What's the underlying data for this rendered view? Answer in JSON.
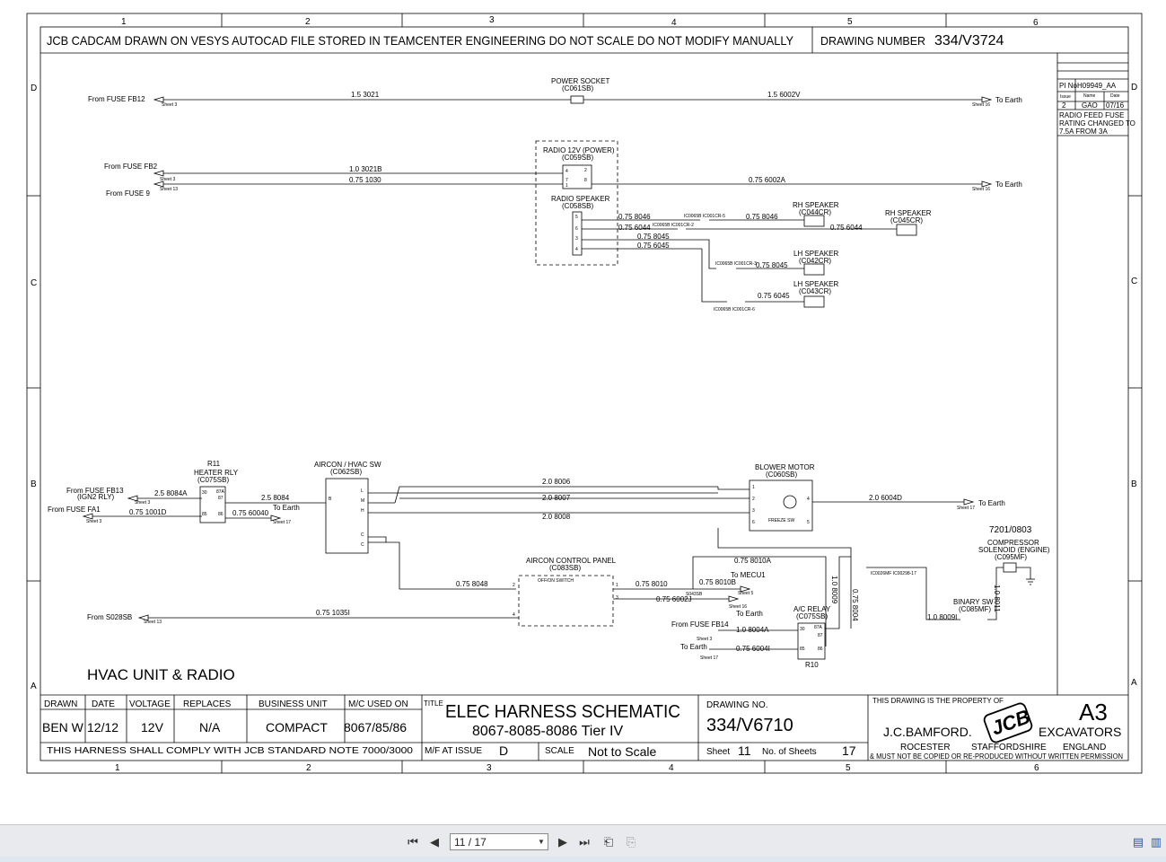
{
  "grid": {
    "columns": [
      "1",
      "2",
      "3",
      "4",
      "5",
      "6"
    ],
    "rows": [
      "D",
      "C",
      "B",
      "A"
    ]
  },
  "header": {
    "note": "JCB CADCAM DRAWN ON VESYS  AUTOCAD FILE STORED IN TEAMCENTER ENGINEERING DO NOT SCALE  DO NOT MODIFY MANUALLY",
    "drawing_number_label": "DRAWING NUMBER",
    "drawing_number": "334/V3724"
  },
  "revision": {
    "pi_label": "PI No",
    "pi_value": "H09949_AA",
    "issue_label": "Issue",
    "name_label": "Name",
    "date_label": "Date",
    "issue": "2",
    "name": "GAO",
    "date": "07/16",
    "note_lines": [
      "RADIO FEED FUSE",
      "RATING CHANGED TO",
      "7.5A FROM 3A"
    ]
  },
  "schematic": {
    "power_socket": {
      "title": "POWER SOCKET",
      "code": "(C061SB)",
      "from": "From FUSE FB12",
      "sheet_in": "Sheet 3",
      "wire_in": "1.5 3021",
      "wire_out": "1.5 6002V",
      "to": "To Earth",
      "sheet_out": "Sheet 16"
    },
    "radio_power": {
      "title": "RADIO 12V (POWER)",
      "code": "(C059SB)",
      "from1": "From FUSE FB2",
      "sheet1": "Sheet 3",
      "from2": "From FUSE 9",
      "sheet2": "Sheet 13",
      "wire1": "1.0 3021B",
      "wire2": "0.75 1030",
      "wire_out": "0.75 6002A",
      "to": "To Earth",
      "sheet_out": "Sheet 16",
      "pins": [
        "4",
        "7",
        "1",
        "8",
        "2"
      ]
    },
    "radio_speaker": {
      "title": "RADIO SPEAKER",
      "code": "(C058SB)",
      "pins": [
        "5",
        "6",
        "3",
        "4"
      ],
      "wires": [
        "0.75 8046",
        "0.75 6044",
        "0.75 8045",
        "0.75 6045"
      ],
      "splices": [
        "IC0065B IC001CR-5",
        "IC0065B IC001CR-2",
        "IC0065B IC001CR-3",
        "IC0065B IC001CR-6"
      ],
      "speakers": [
        {
          "title": "RH SPEAKER",
          "code": "(C044CR)",
          "wire": "0.75 8046"
        },
        {
          "title": "RH SPEAKER",
          "code": "(C045CR)",
          "wire": "0.75 6044"
        },
        {
          "title": "LH SPEAKER",
          "code": "(C042CR)",
          "wire": "0.75 8045"
        },
        {
          "title": "LH SPEAKER",
          "code": "(C043CR)",
          "wire": "0.75 6045"
        }
      ]
    },
    "heater_relay": {
      "title1": "R11",
      "title2": "HEATER RLY",
      "code": "(C075SB)",
      "from1": "From FUSE FB13",
      "from1b": "(IGN2 RLY)",
      "sheet1": "Sheet 3",
      "from2": "From FUSE FA1",
      "sheet2": "Sheet 3",
      "wire_in1": "2.5 8084A",
      "wire_in2": "0.75 1001D",
      "wire_out1": "2.5 8084",
      "wire_out2": "0.75 60040",
      "to": "To Earth",
      "sheet_out": "Sheet 17",
      "pins": [
        "30",
        "87",
        "87A",
        "85",
        "86"
      ]
    },
    "hvac_switch": {
      "title": "AIRCON / HVAC SW",
      "code": "(C062SB)",
      "pins": [
        "B",
        "L",
        "M",
        "H",
        "C",
        "C"
      ]
    },
    "blower": {
      "title": "BLOWER MOTOR",
      "code": "(C060SB)",
      "wires_in": [
        "2.0 8006",
        "2.0 8007",
        "2.0 8008"
      ],
      "wire_out": "2.0 6004D",
      "to": "To Earth",
      "sheet_out": "Sheet 17",
      "freeze": "FREEZE SW",
      "pins": [
        "1",
        "2",
        "3",
        "4",
        "6",
        "5"
      ]
    },
    "aircon_panel": {
      "title": "AIRCON CONTROL PANEL",
      "code": "(C083SB)",
      "wire_in": "0.75 8048",
      "wire_s028": "0.75 1035I",
      "from": "From S028SB",
      "sheet_in": "Sheet 13",
      "wire_out1": "0.75 8010",
      "wire_out2": "0.75 6002J",
      "wire_mecu": "0.75 8010B",
      "to_mecu": "To MECU1",
      "sheet_mecu": "Sheet 5",
      "to_earth": "To Earth",
      "sheet_earth": "Sheet 16",
      "splice": "S043SB",
      "switch_label": "OFF/ON SWITCH",
      "pins": [
        "2",
        "1",
        "3",
        "4"
      ]
    },
    "ac_relay": {
      "title": "A/C RELAY",
      "code": "(C075SB)",
      "name": "R10",
      "from": "From FUSE FB14",
      "sheet_in": "Sheet 3",
      "wire_in": "1.0 8004A",
      "wire_earth": "0.75 6004I",
      "to": "To Earth",
      "sheet_out": "Sheet 17",
      "wire_8010a": "0.75 8010A",
      "wire_8009": "1.0 8009",
      "wire_8004": "0.75 8004",
      "pins": [
        "30",
        "87A",
        "87",
        "85",
        "86"
      ]
    },
    "compressor": {
      "ref": "7201/0803",
      "title1": "COMPRESSOR",
      "title2": "SOLENOID (ENGINE)",
      "code": "(C095MF)",
      "splice": "IC0026MF IC00298-17",
      "wire": "1.0 8011"
    },
    "binary_sw": {
      "title": "BINARY SW",
      "code": "(C085MF)",
      "wire": "1.0 8009I"
    },
    "section_title": "HVAC UNIT & RADIO"
  },
  "title_block": {
    "drawn_label": "DRAWN",
    "date_label": "DATE",
    "voltage_label": "VOLTAGE",
    "replaces_label": "REPLACES",
    "bu_label": "BUSINESS UNIT",
    "mc_label": "M/C USED ON",
    "drawn": "BEN W",
    "date": "12/12",
    "voltage": "12V",
    "replaces": "N/A",
    "bu": "COMPACT",
    "mc": "8067/85/86",
    "compliance": "THIS HARNESS SHALL COMPLY WITH JCB STANDARD NOTE 7000/3000",
    "title_label": "TITLE",
    "title1": "ELEC HARNESS SCHEMATIC",
    "title2": "8067-8085-8086 Tier IV",
    "mf_label": "M/F AT ISSUE",
    "mf": "D",
    "scale_label": "SCALE",
    "scale": "Not to Scale",
    "dno_label": "DRAWING NO.",
    "dno": "334/V6710",
    "sheet_label": "Sheet",
    "sheet": "11",
    "sheets_label": "No. of Sheets",
    "sheets": "17",
    "property": "THIS DRAWING IS THE PROPERTY OF",
    "company": "J.C.BAMFORD.",
    "logo": "JCB",
    "size": "A3",
    "division": "EXCAVATORS",
    "loc1": "ROCESTER",
    "loc2": "STAFFORDSHIRE",
    "loc3": "ENGLAND",
    "copy": "& MUST NOT BE COPIED OR RE-PRODUCED WITHOUT WRITTEN PERMISSION"
  },
  "toolbar": {
    "first_icon": "first-page-icon",
    "prev_icon": "previous-page-icon",
    "page_value": "11 / 17",
    "next_icon": "next-page-icon",
    "last_icon": "last-page-icon",
    "nav_icons": [
      "go-back-view-icon",
      "go-forward-view-icon"
    ],
    "view_icons": [
      "single-page-view-icon",
      "two-page-view-icon"
    ]
  }
}
